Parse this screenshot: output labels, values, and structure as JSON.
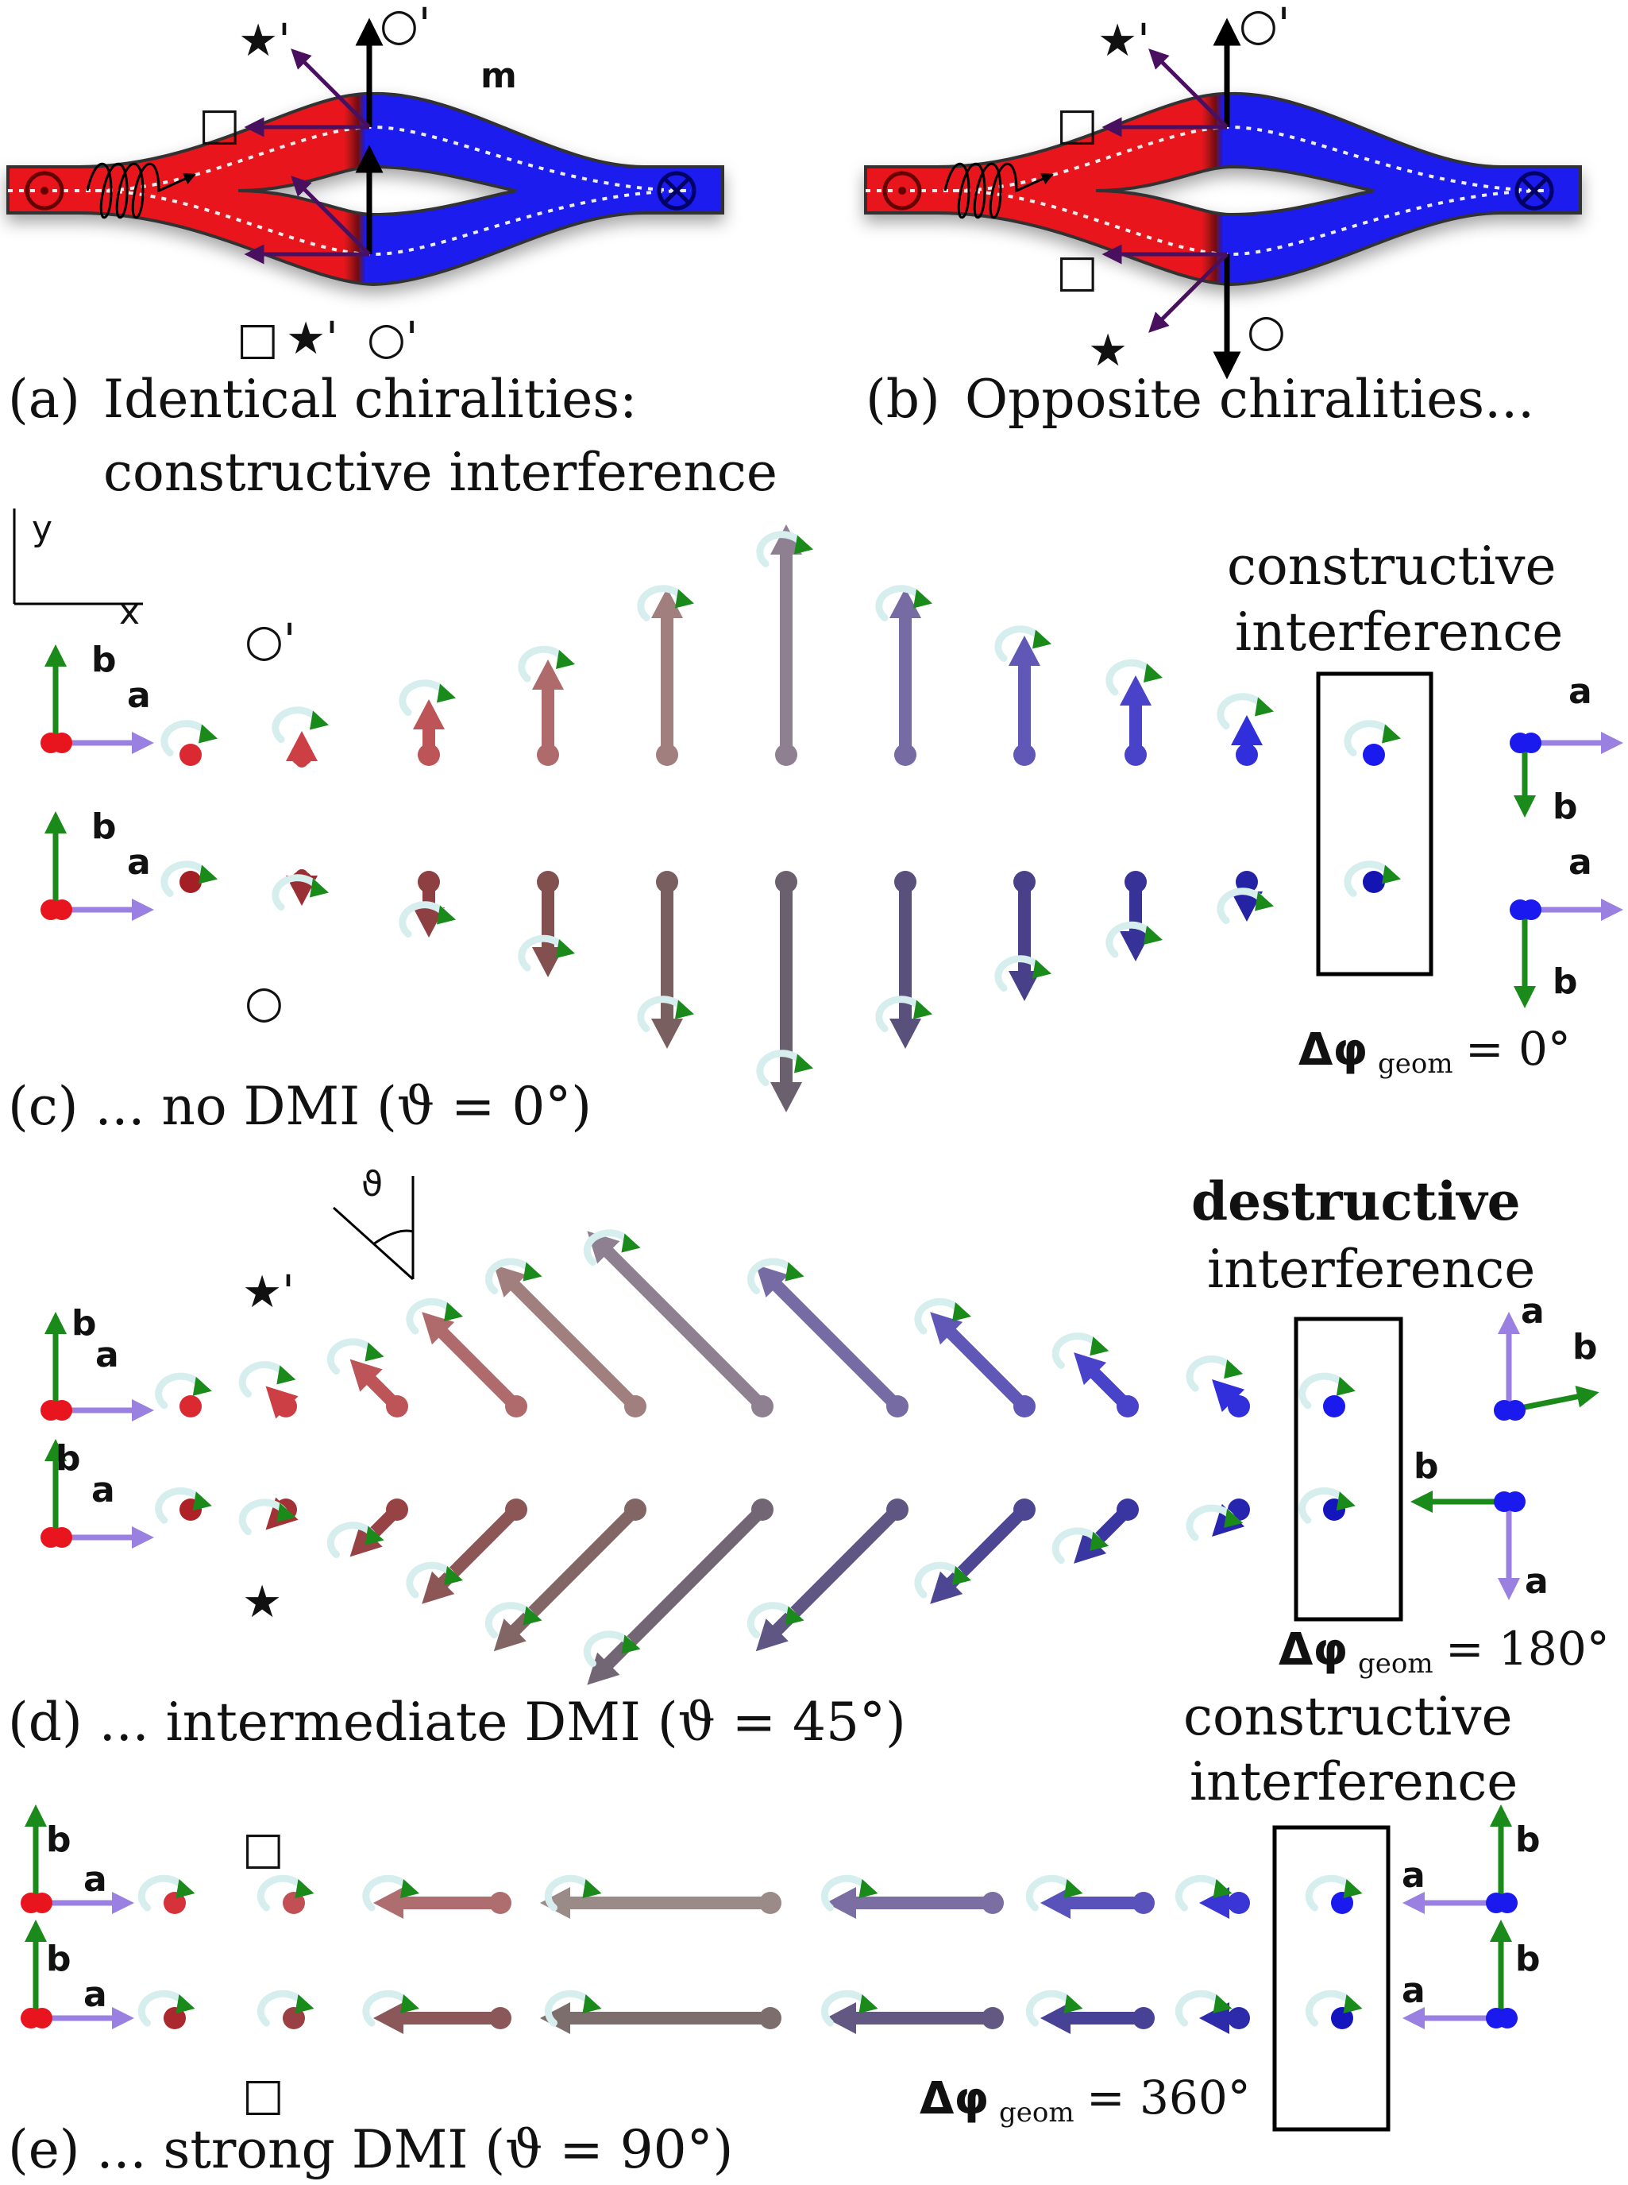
{
  "panel_a": {
    "label": "(a)",
    "caption_line1": "Identical chiralities:",
    "caption_line2": "constructive interference",
    "m_label": "m",
    "marks_top": [
      "★'",
      "○'",
      "□"
    ],
    "marks_bottom": [
      "□",
      "★'",
      "○'"
    ]
  },
  "panel_b": {
    "label": "(b)",
    "caption": "Opposite chiralities...",
    "marks_top": [
      "★'",
      "○'",
      "□"
    ],
    "marks_bottom": [
      "□",
      "★",
      "○"
    ]
  },
  "panel_c": {
    "caption": "(c) ... no DMI (ϑ = 0°)",
    "axis_y": "y",
    "axis_x": "x",
    "interference_line1": "constructive",
    "interference_line2": "interference",
    "marks": [
      "○'",
      "○"
    ],
    "dphi_symbol": "Δφ",
    "dphi_sub": "geom",
    "dphi_value": "= 0°",
    "vec_a": "a",
    "vec_b": "b"
  },
  "panel_d": {
    "caption": "(d) ... intermediate DMI (ϑ = 45°)",
    "theta_label": "ϑ",
    "interference_line1": "destructive",
    "interference_line2": "interference",
    "marks": [
      "★'",
      "★"
    ],
    "dphi_symbol": "Δφ",
    "dphi_sub": "geom",
    "dphi_value": "= 180°",
    "vec_a": "a",
    "vec_b": "b"
  },
  "panel_e": {
    "caption": "(e) ... strong DMI (ϑ = 90°)",
    "interference_line1": "constructive",
    "interference_line2": "interference",
    "marks": [
      "□",
      "□"
    ],
    "dphi_symbol": "Δφ",
    "dphi_sub": "geom",
    "dphi_value": "= 360°",
    "vec_a": "a",
    "vec_b": "b"
  },
  "colors": {
    "red": "#e8141e",
    "blue": "#1a1aee",
    "gray": "#9a8a88",
    "green": "#1a8a1a",
    "purple": "#9a80e0",
    "dark_purple": "#4a1060",
    "ring": "#d6eeee"
  }
}
